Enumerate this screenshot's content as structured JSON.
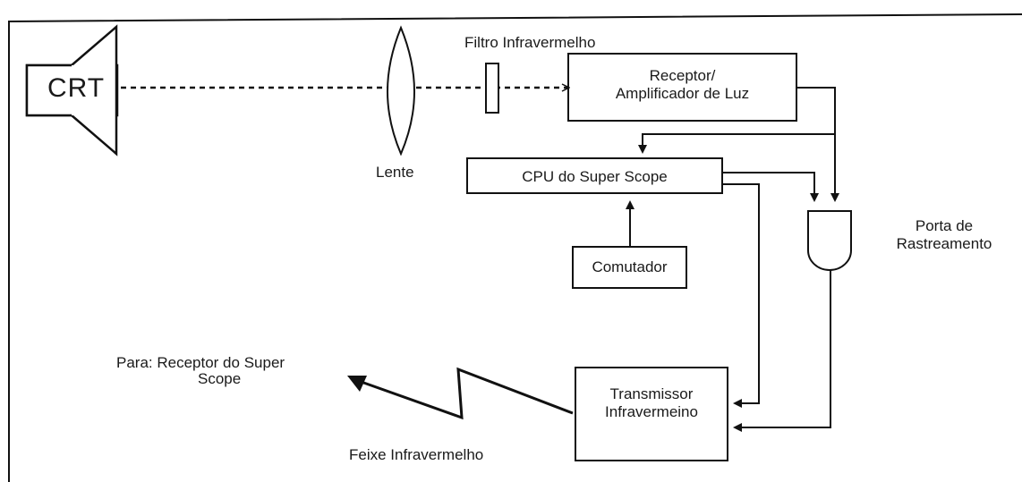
{
  "diagram": {
    "crt": "CRT",
    "lens": "Lente",
    "ir_filter": "Filtro Infravermelho",
    "receiver_line1": "Receptor/",
    "receiver_line2": "Amplificador de Luz",
    "cpu": "CPU do Super Scope",
    "switch": "Comutador",
    "gate_line1": "Porta de",
    "gate_line2": "Rastreamento",
    "transmitter_line1": "Transmissor",
    "transmitter_line2": "Infravermeino",
    "destination_line1": "Para: Receptor do Super",
    "destination_line2": "Scope",
    "ir_beam": "Feixe Infravermelho"
  }
}
